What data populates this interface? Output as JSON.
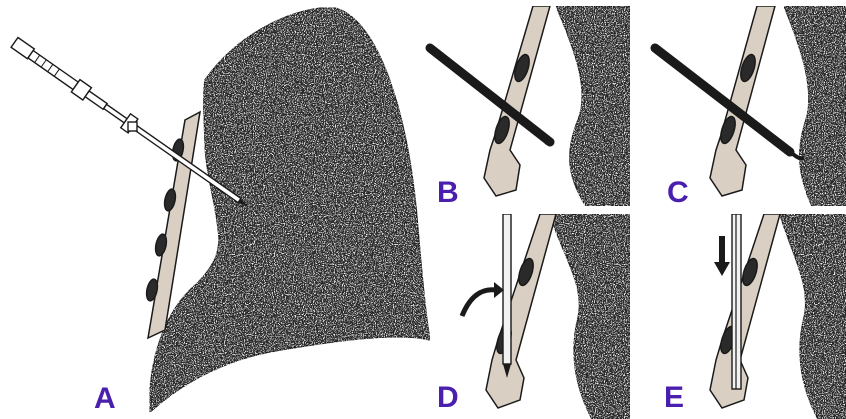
{
  "labels": {
    "a": "A",
    "b": "B",
    "c": "C",
    "d": "D",
    "e": "E"
  },
  "colors": {
    "label": "#4b1fae",
    "lung": "#2a2a2a",
    "lung_speckle": "#d9d9d9",
    "chest_wall": "#d9d0c3",
    "line": "#1a1a1a",
    "catheter": "#f2f2f2"
  }
}
